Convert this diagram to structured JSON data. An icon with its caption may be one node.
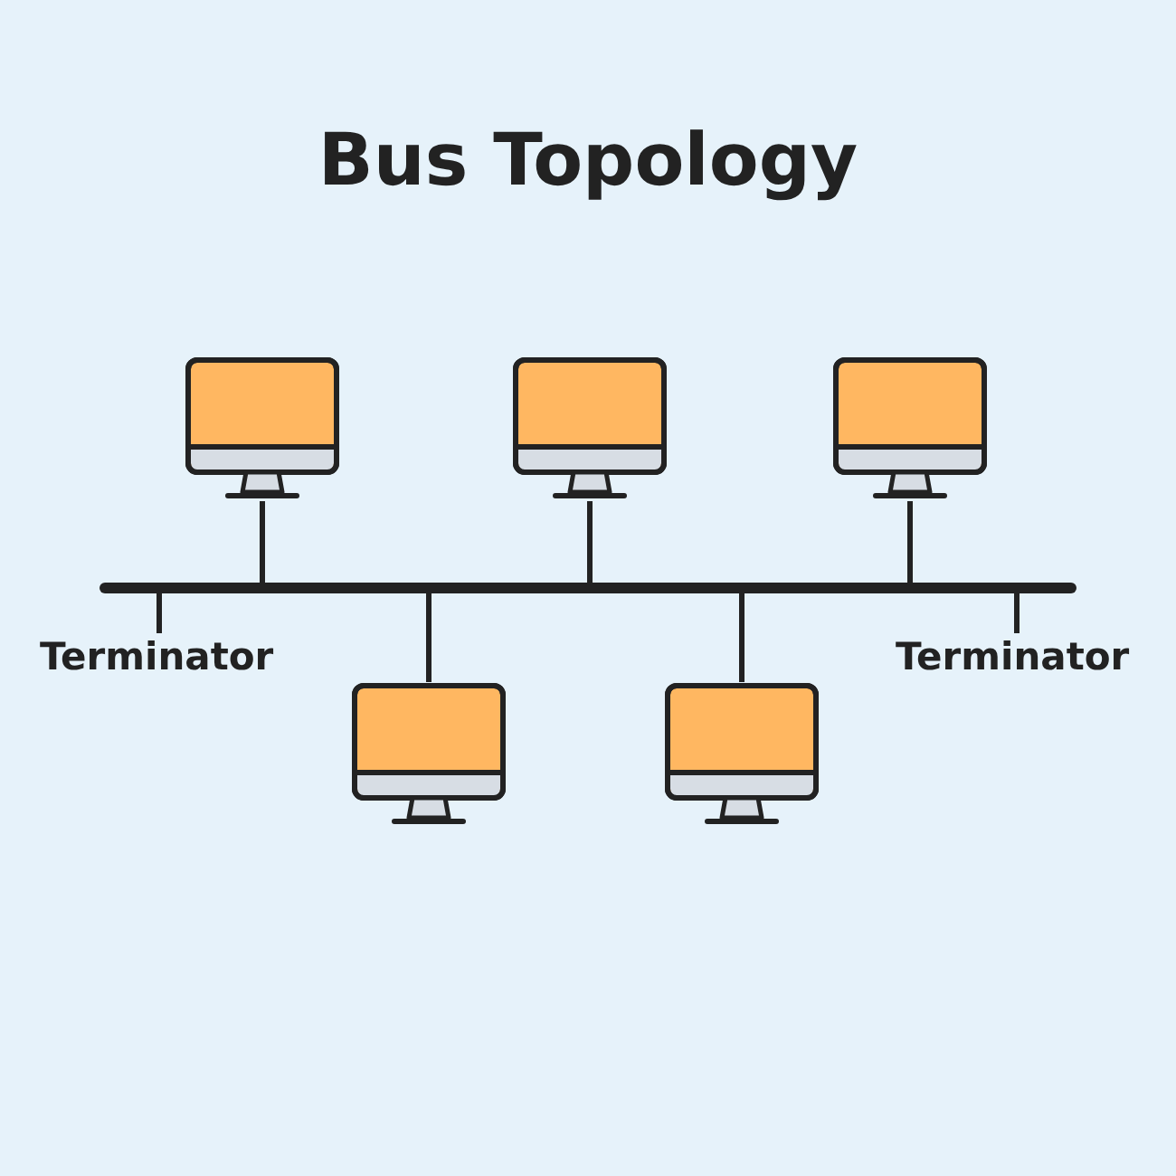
{
  "diagram": {
    "title": "Bus Topology",
    "nodes": [
      {
        "text": [],
        "shape": "bar"
      },
      {
        "text": [],
        "shape": "picture"
      },
      {
        "text": [],
        "shape": "picture"
      },
      {
        "text": [],
        "shape": "picture"
      },
      {
        "text": [],
        "shape": "picture"
      },
      {
        "text": [],
        "shape": "picture"
      },
      {
        "text": [
          "Terminator"
        ]
      },
      {
        "text": [
          "Terminator"
        ]
      }
    ],
    "edges": [
      {
        "from": 1,
        "to": 0,
        "arrow": "none"
      },
      {
        "from": 2,
        "to": 0,
        "arrow": "none"
      },
      {
        "from": 3,
        "to": 0,
        "arrow": "none"
      },
      {
        "from": 4,
        "to": 0,
        "arrow": "none"
      },
      {
        "from": 5,
        "to": 0,
        "arrow": "none"
      },
      {
        "from": 6,
        "to": 0,
        "arrow": "none"
      },
      {
        "from": 7,
        "to": 0,
        "arrow": "none"
      }
    ]
  }
}
